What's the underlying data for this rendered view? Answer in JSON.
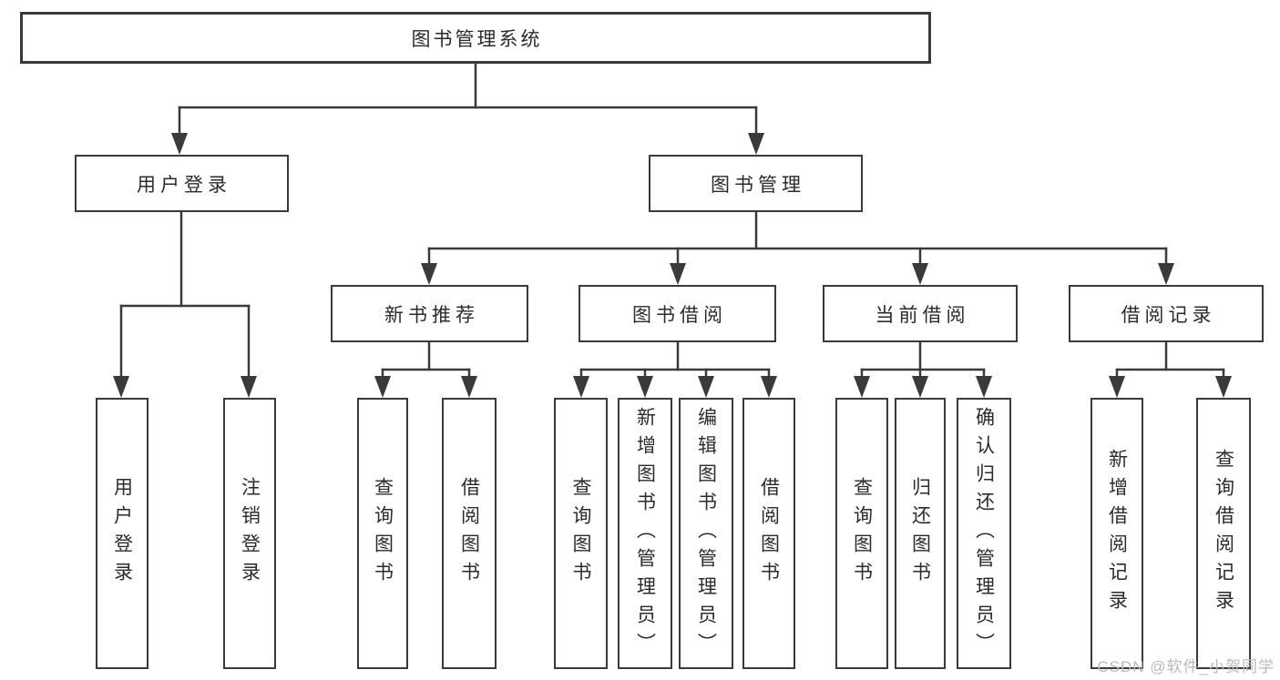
{
  "tree": {
    "root": {
      "label": "图书管理系统",
      "children": [
        {
          "label": "用户登录",
          "children": [
            {
              "label": "用户登录"
            },
            {
              "label": "注销登录"
            }
          ]
        },
        {
          "label": "图书管理",
          "children": [
            {
              "label": "新书推荐",
              "children": [
                {
                  "label": "查询图书"
                },
                {
                  "label": "借阅图书"
                }
              ]
            },
            {
              "label": "图书借阅",
              "children": [
                {
                  "label": "查询图书"
                },
                {
                  "label": "新增图书（管理员）"
                },
                {
                  "label": "编辑图书（管理员）"
                },
                {
                  "label": "借阅图书"
                }
              ]
            },
            {
              "label": "当前借阅",
              "children": [
                {
                  "label": "查询图书"
                },
                {
                  "label": "归还图书"
                },
                {
                  "label": "确认归还（管理员）"
                }
              ]
            },
            {
              "label": "借阅记录",
              "children": [
                {
                  "label": "新增借阅记录"
                },
                {
                  "label": "查询借阅记录"
                }
              ]
            }
          ]
        }
      ]
    }
  },
  "watermark": {
    "text": "CSDN @软件_小贺同学"
  },
  "colors": {
    "line": "#3a3a3a",
    "text": "#2b2b2b",
    "background": "#ffffff",
    "watermark": "#b9b9b9"
  }
}
